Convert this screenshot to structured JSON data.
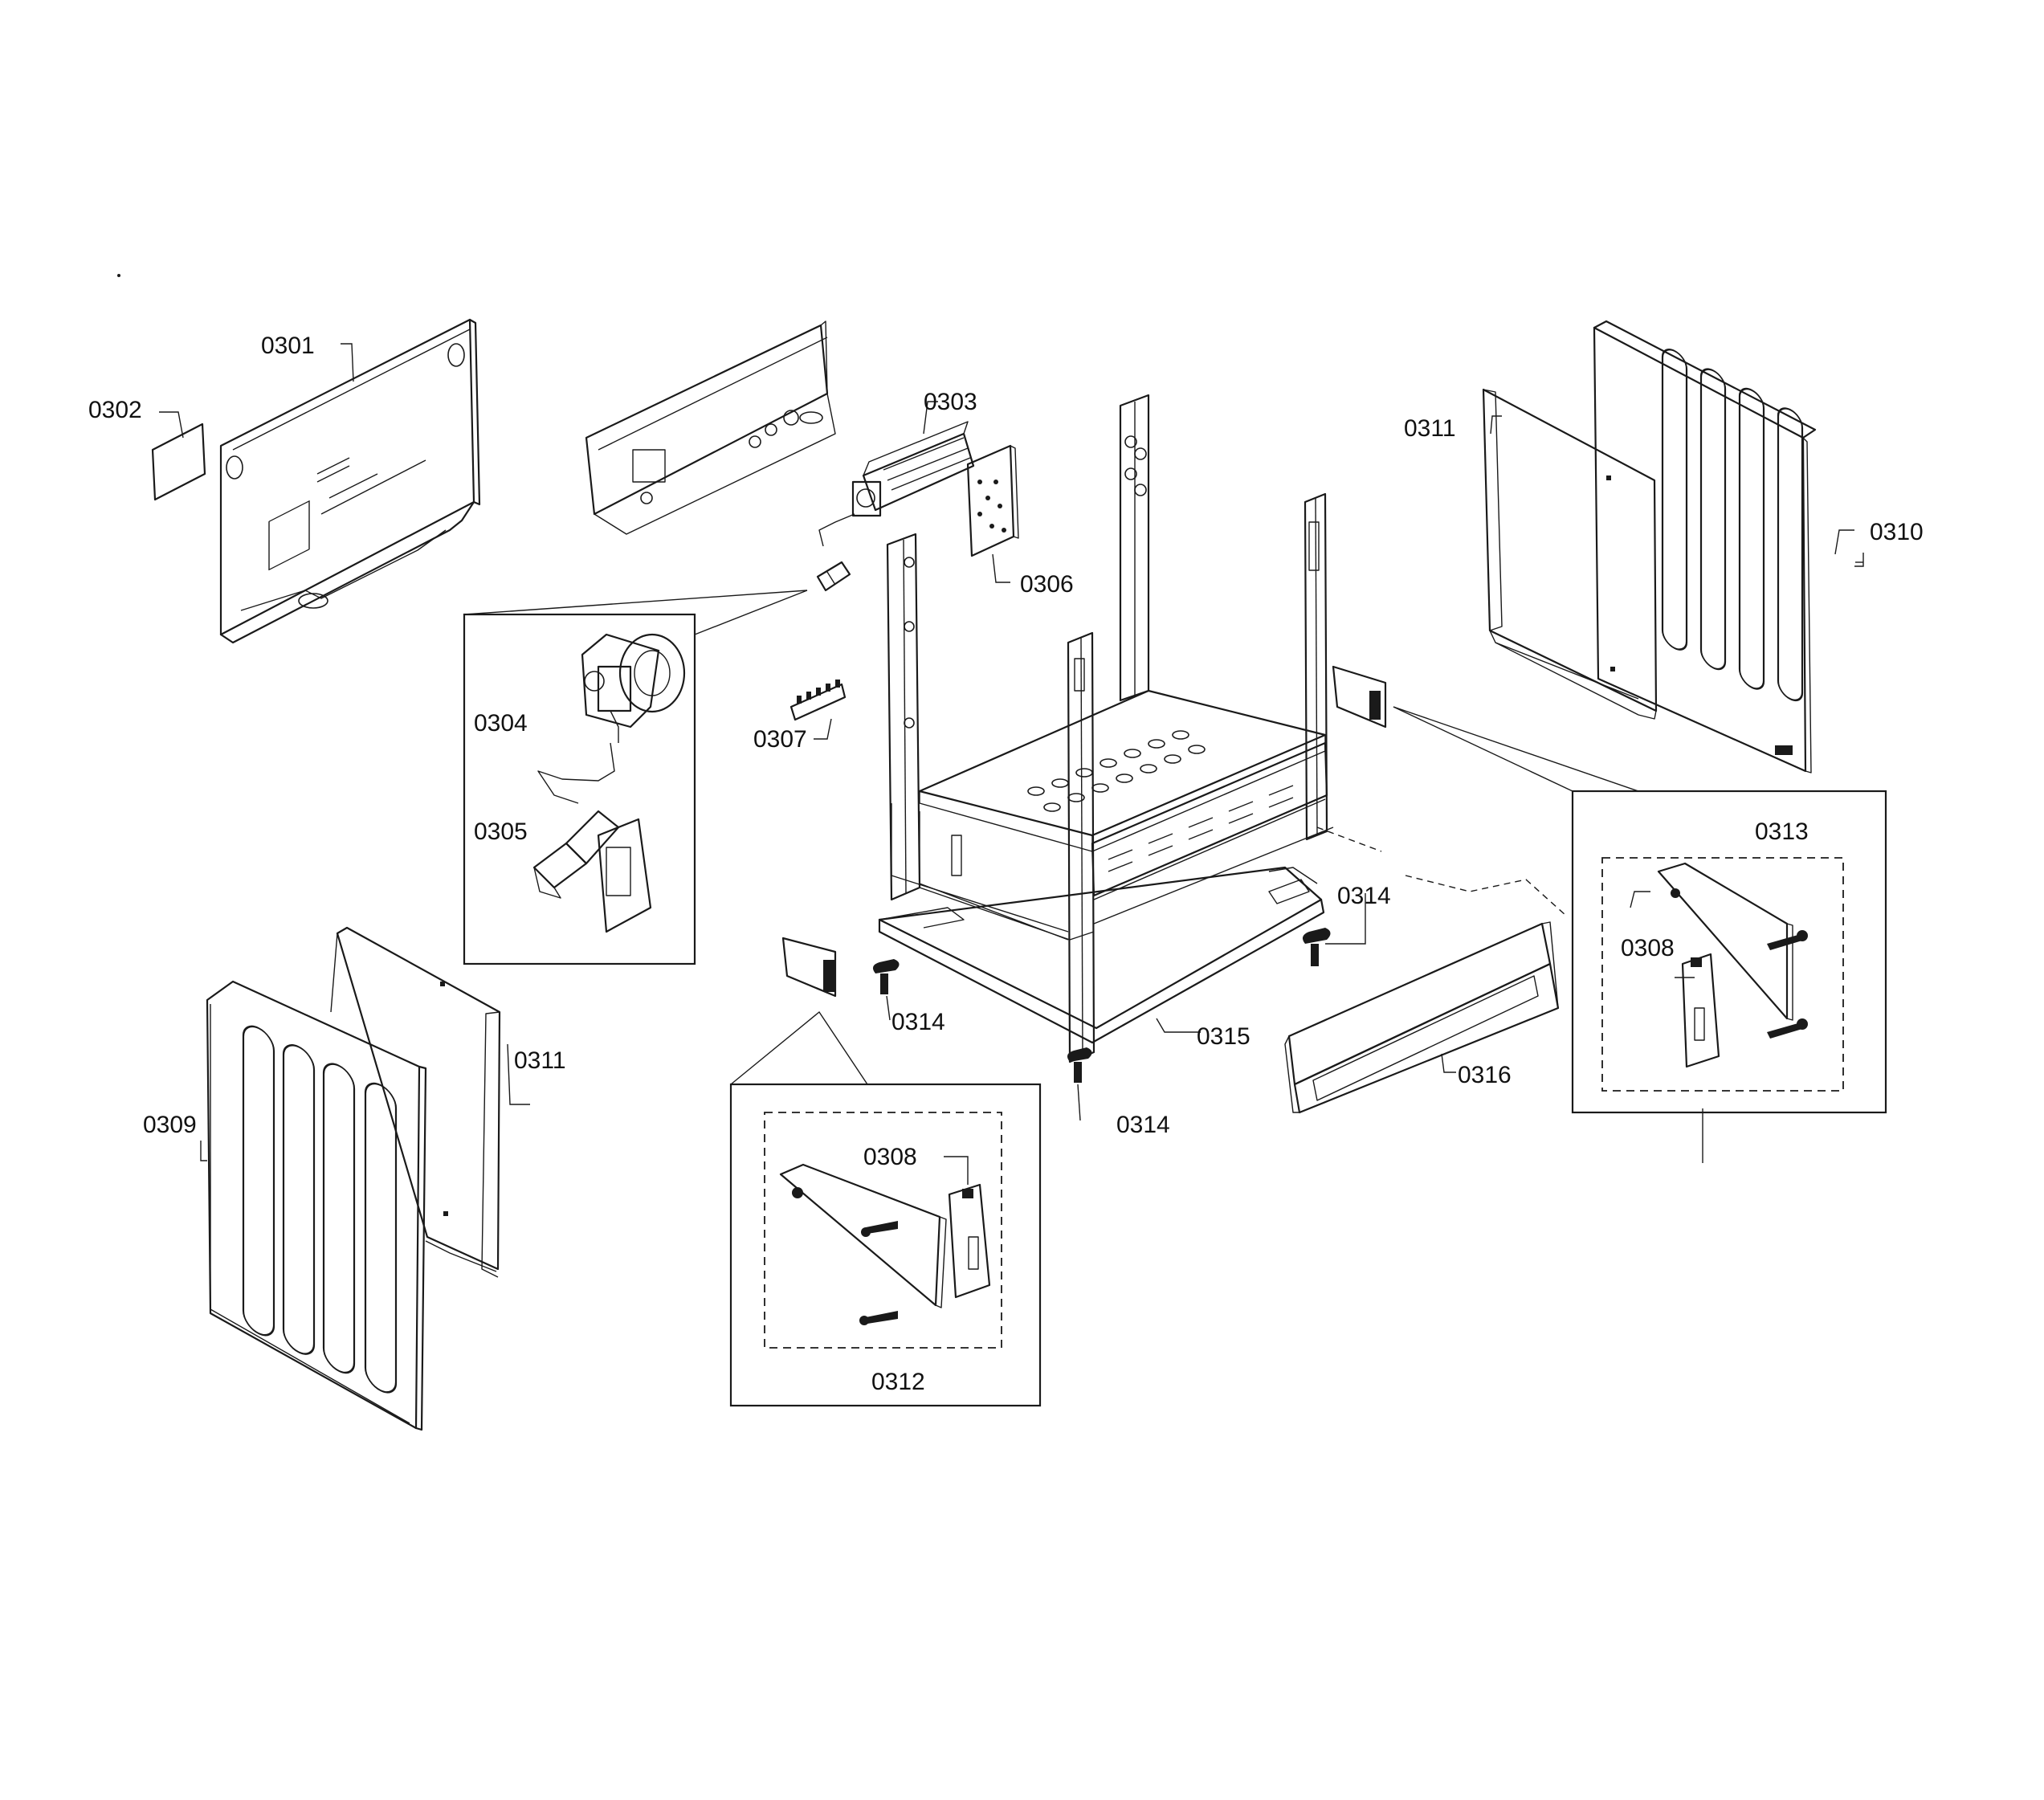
{
  "parts": [
    {
      "id": "0301",
      "label": "0301"
    },
    {
      "id": "0302",
      "label": "0302"
    },
    {
      "id": "0303",
      "label": "0303"
    },
    {
      "id": "0304",
      "label": "0304"
    },
    {
      "id": "0305",
      "label": "0305"
    },
    {
      "id": "0306",
      "label": "0306"
    },
    {
      "id": "0307",
      "label": "0307"
    },
    {
      "id": "0308a",
      "label": "0308"
    },
    {
      "id": "0308b",
      "label": "0308"
    },
    {
      "id": "0309",
      "label": "0309"
    },
    {
      "id": "0310",
      "label": "0310"
    },
    {
      "id": "0311a",
      "label": "0311"
    },
    {
      "id": "0311b",
      "label": "0311"
    },
    {
      "id": "0312",
      "label": "0312"
    },
    {
      "id": "0313",
      "label": "0313"
    },
    {
      "id": "0314a",
      "label": "0314"
    },
    {
      "id": "0314b",
      "label": "0314"
    },
    {
      "id": "0314c",
      "label": "0314"
    },
    {
      "id": "0315",
      "label": "0315"
    },
    {
      "id": "0316",
      "label": "0316"
    }
  ]
}
